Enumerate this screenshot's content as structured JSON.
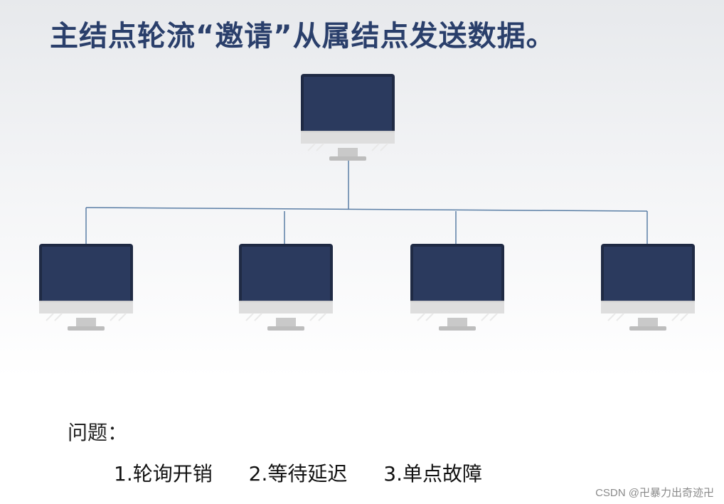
{
  "title": "主结点轮流“邀请”从属结点发送数据。",
  "diagram": {
    "master": {
      "icon": "monitor-icon"
    },
    "slaves": [
      {
        "icon": "monitor-icon"
      },
      {
        "icon": "monitor-icon"
      },
      {
        "icon": "monitor-icon"
      },
      {
        "icon": "monitor-icon"
      }
    ],
    "colors": {
      "screen": "#2b3a5e",
      "bezel": "#1f2a44",
      "chin": "#dcdcdc",
      "line": "#5b7fa6"
    }
  },
  "problems": {
    "label": "问题：",
    "items": [
      "1.轮询开销",
      "2.等待延迟",
      "3.单点故障"
    ]
  },
  "watermark": "CSDN @卍暴力出奇迹卍"
}
